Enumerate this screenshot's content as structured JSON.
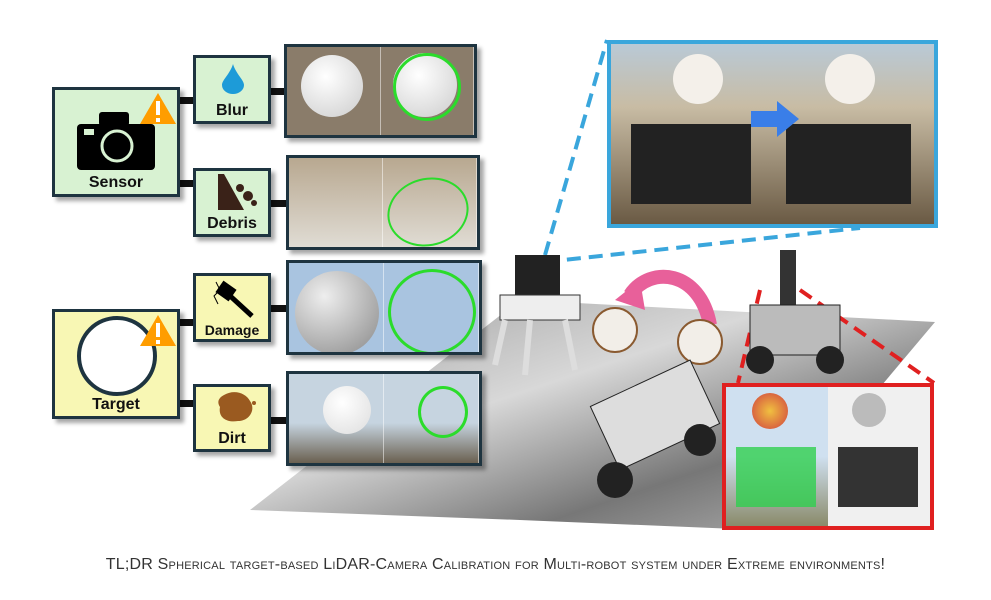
{
  "categories": {
    "sensor": {
      "label": "Sensor",
      "icon": "camera-icon",
      "warning": "warning-icon"
    },
    "target": {
      "label": "Target",
      "icon": "circle-target-icon",
      "warning": "warning-icon"
    }
  },
  "conditions": [
    {
      "label": "Blur",
      "icon": "water-drop-icon"
    },
    {
      "label": "Debris",
      "icon": "falling-rocks-icon"
    },
    {
      "label": "Damage",
      "icon": "hammer-icon"
    },
    {
      "label": "Dirt",
      "icon": "dirt-stain-icon"
    }
  ],
  "colors": {
    "sensor_bg": "#d8f2d2",
    "target_bg": "#f8f7b4",
    "detection": "#2bdc2b",
    "zoom_blue": "#3aa6dc",
    "zoom_red": "#e02020",
    "arrow_pink": "#e8609a"
  },
  "caption": "TL;DR Spherical target-based LiDAR-Camera Calibration for Multi-robot system under Extreme environments!"
}
